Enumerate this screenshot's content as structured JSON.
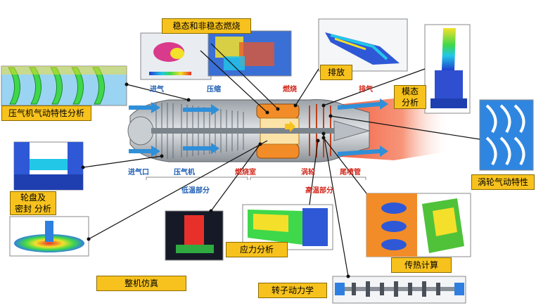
{
  "colors": {
    "tag_fill": "#f7c21d",
    "label_blue": "#1f5fb5",
    "label_red": "#d32a1e",
    "hot_plume": "#e8362a",
    "airflow_arrow": "#2f8fd8"
  },
  "tags": {
    "combustion": "稳态和非稳态燃烧",
    "exhaust": "排放",
    "modal": "模态\n分析",
    "compressor_aero": "压气机气动特性分析",
    "disk_seal": "轮盘及\n密封 分析",
    "turbine_aero": "涡轮气动特性",
    "stress": "应力分析",
    "heat_transfer": "传热计算",
    "whole_engine": "整机仿真",
    "rotor_dynamics": "转子动力学"
  },
  "engine_labels": {
    "intake_top": "进气",
    "compress_top": "压缩",
    "combust_top": "燃烧",
    "exhaust_top": "排气",
    "inlet": "进气口",
    "compressor": "压气机",
    "combustor": "燃烧室",
    "turbine": "涡轮",
    "tailpipe": "尾喷管",
    "cold_section": "低温部分",
    "hot_section": "高温部分"
  }
}
